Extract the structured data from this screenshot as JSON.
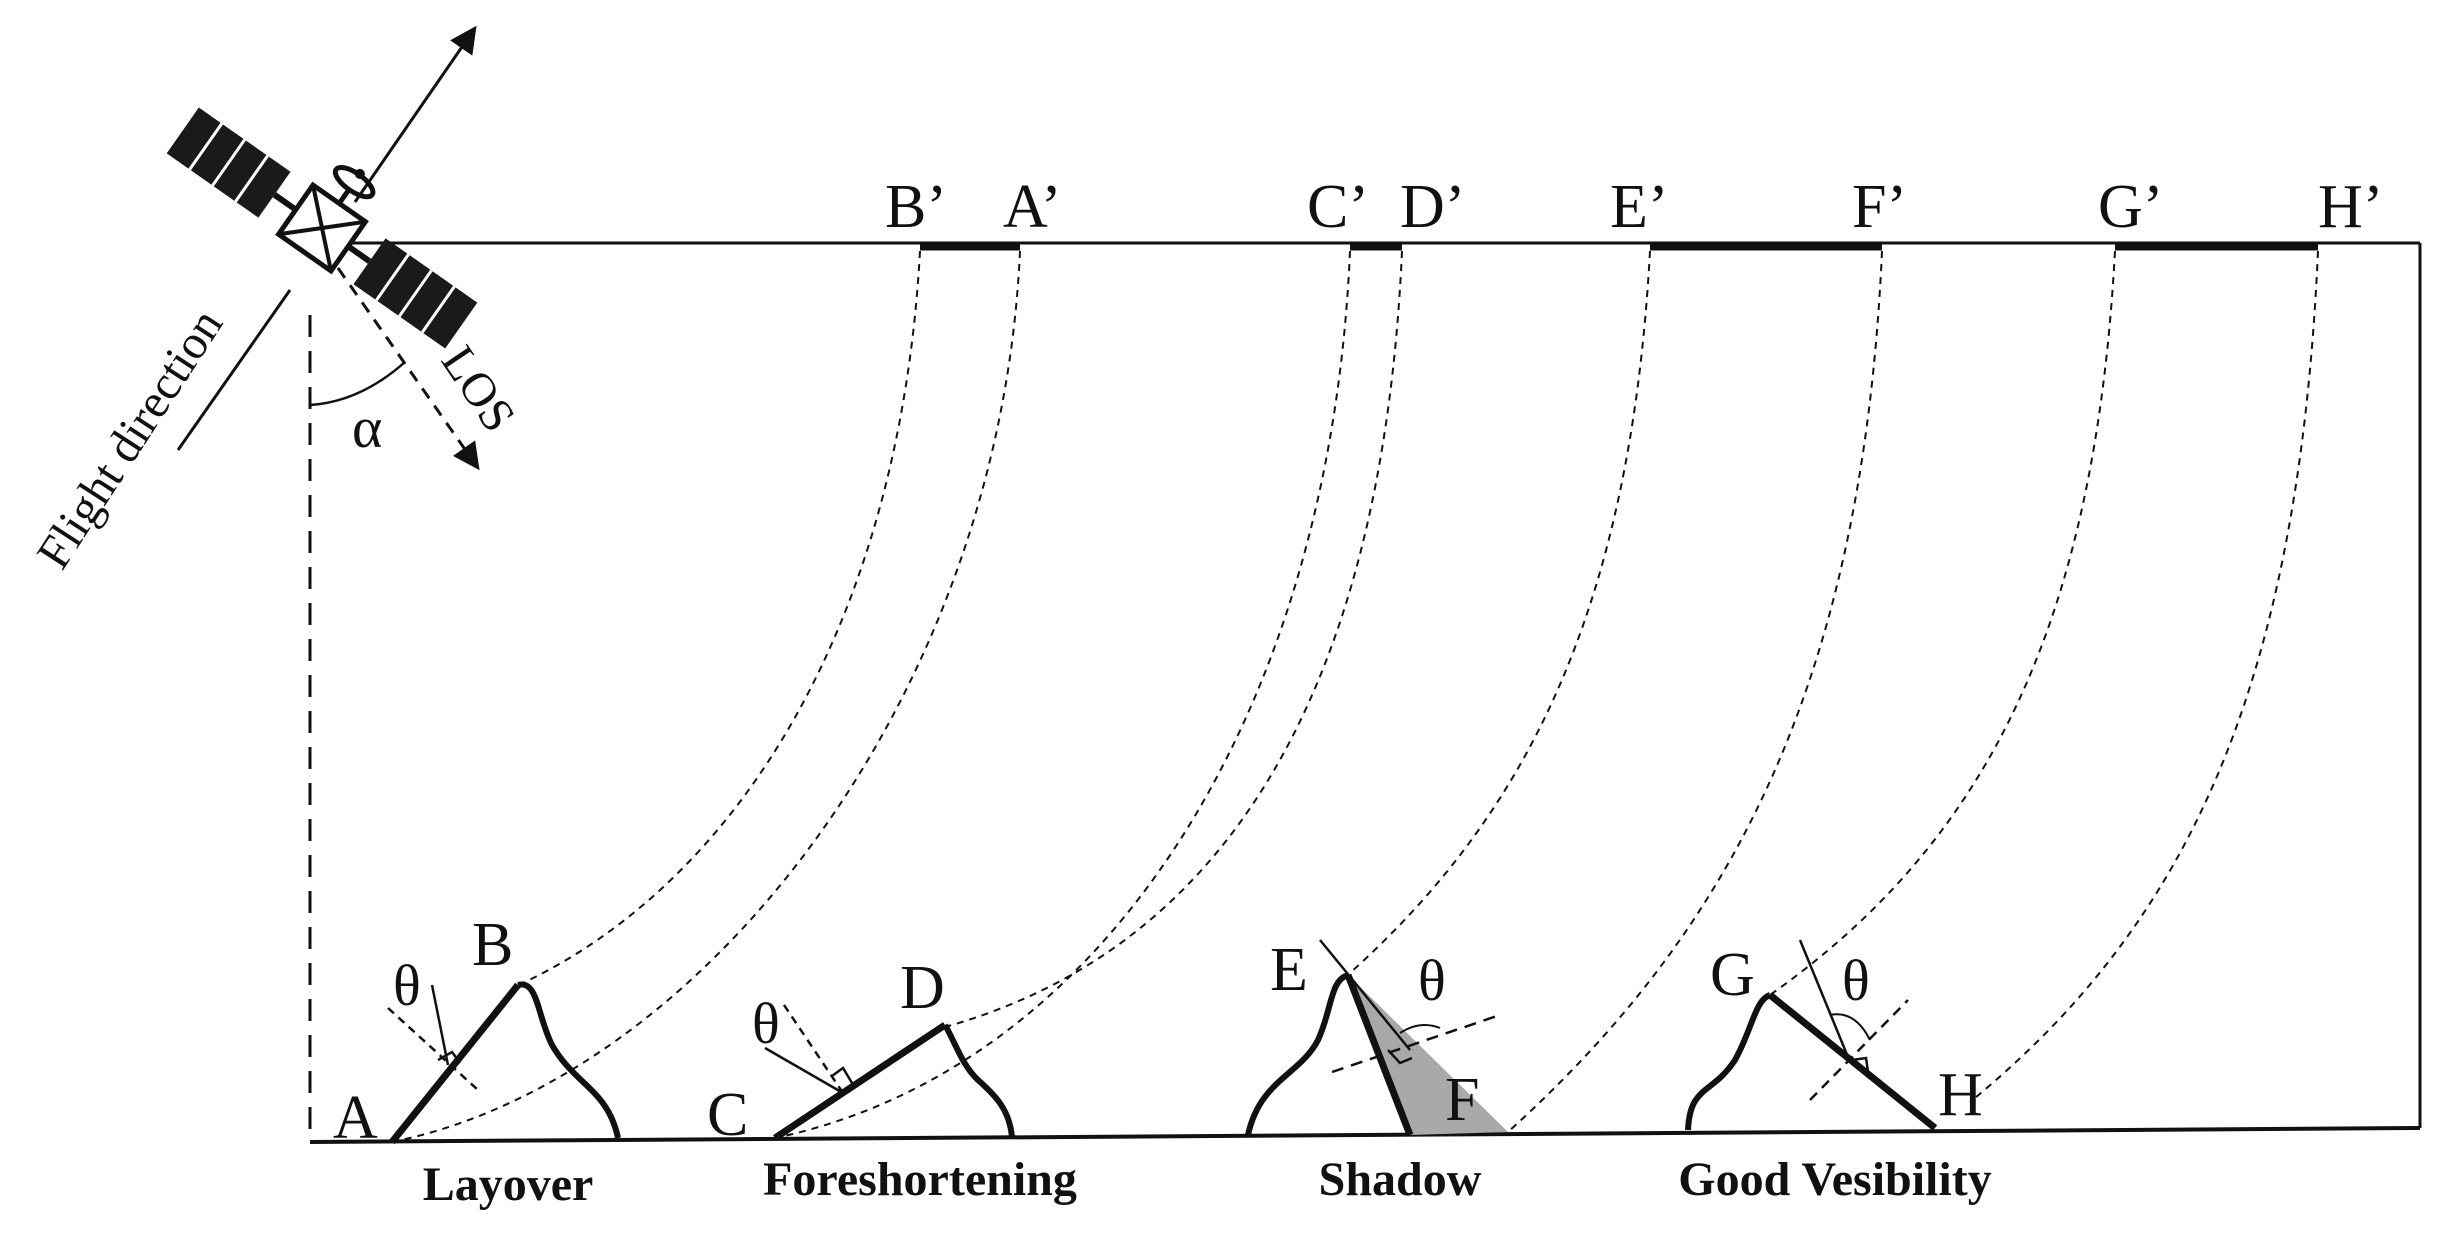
{
  "labels": {
    "flight_direction": "Flight direction",
    "los": "LOS",
    "alpha": "α",
    "theta": "θ",
    "points": {
      "A": "A",
      "B": "B",
      "C": "C",
      "D": "D",
      "E": "E",
      "F": "F",
      "G": "G",
      "H": "H"
    },
    "projections": {
      "A": "A’",
      "B": "B’",
      "C": "C’",
      "D": "D’",
      "E": "E’",
      "F": "F’",
      "G": "G’",
      "H": "H’"
    }
  },
  "captions": {
    "layover": "Layover",
    "foreshortening": "Foreshortening",
    "shadow": "Shadow",
    "good_visibility": "Good Vesibility"
  },
  "colors": {
    "line": "#111111",
    "shadow_fill": "#a9a9a9",
    "satellite_panel": "#1a1a1a"
  }
}
